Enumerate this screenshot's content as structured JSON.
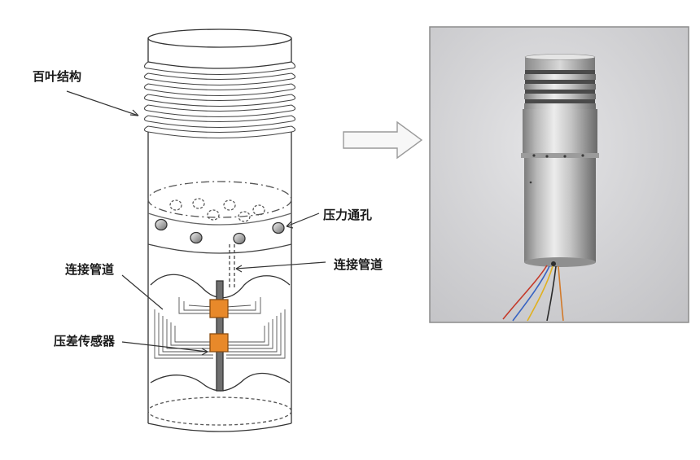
{
  "labels": {
    "louver": "百叶结构",
    "pressure_hole": "压力通孔",
    "connecting_pipe_right": "连接管道",
    "connecting_pipe_left": "连接管道",
    "diff_pressure_sensor": "压差传感器"
  },
  "icons": {
    "arrow": "right-arrow-icon"
  },
  "colors": {
    "line": "#333333",
    "sensor": "#e8892a",
    "photo_bg": "#d6d6d8",
    "metal_light": "#dcdcdc",
    "metal_dark": "#6f6f6f"
  }
}
